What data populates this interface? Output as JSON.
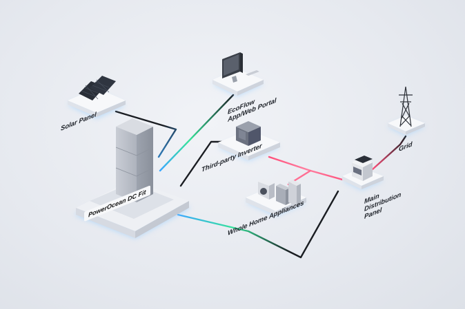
{
  "diagram": {
    "nodes": {
      "solar_panel": "Solar Panel",
      "ecoflow_app_line1": "EcoFlow",
      "ecoflow_app_line2": "App/Web Portal",
      "third_party_inverter": "Third-party Inverter",
      "grid": "Grid",
      "main_panel_line1": "Main",
      "main_panel_line2": "Distribution",
      "main_panel_line3": "Panel",
      "whole_home": "Whole Home Appliances",
      "powerocean": "PowerOcean DC Fit"
    },
    "colors": {
      "dc_black": "#1a1d22",
      "ac_red": "#ff4f7b",
      "ac_pink": "#ffb2c6",
      "data_blue": "#3aa7ff",
      "data_green": "#36e39a",
      "platform_glow": "#8ec9ff"
    }
  }
}
